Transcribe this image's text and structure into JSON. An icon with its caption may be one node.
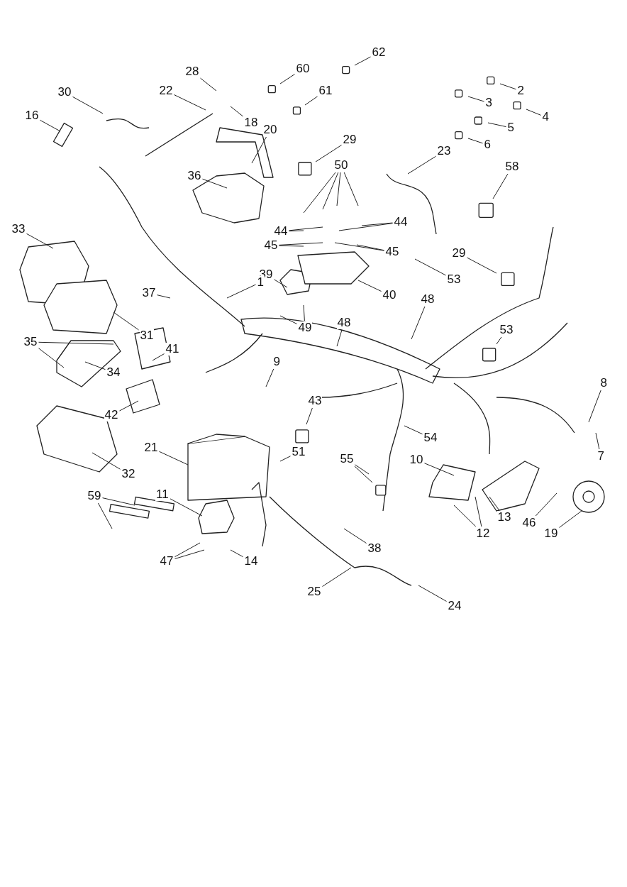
{
  "diagram": {
    "nodes": [
      {
        "text": [
          "62"
        ]
      },
      {
        "text": [
          "60"
        ]
      },
      {
        "text": [
          "28"
        ]
      },
      {
        "text": [
          "2"
        ]
      },
      {
        "text": [
          "61"
        ]
      },
      {
        "text": [
          "30"
        ]
      },
      {
        "text": [
          "22"
        ]
      },
      {
        "text": [
          "3"
        ]
      },
      {
        "text": [
          "16"
        ]
      },
      {
        "text": [
          "4"
        ]
      },
      {
        "text": [
          "18"
        ]
      },
      {
        "text": [
          "5"
        ]
      },
      {
        "text": [
          "20"
        ]
      },
      {
        "text": [
          "6"
        ]
      },
      {
        "text": [
          "29"
        ]
      },
      {
        "text": [
          "23"
        ]
      },
      {
        "text": [
          "50"
        ]
      },
      {
        "text": [
          "58"
        ]
      },
      {
        "text": [
          "36"
        ]
      },
      {
        "text": [
          "44"
        ]
      },
      {
        "text": [
          "33"
        ]
      },
      {
        "text": [
          "44"
        ]
      },
      {
        "text": [
          "45"
        ]
      },
      {
        "text": [
          "45"
        ]
      },
      {
        "text": [
          "29"
        ]
      },
      {
        "text": [
          "39"
        ]
      },
      {
        "text": [
          "53"
        ]
      },
      {
        "text": [
          "1"
        ]
      },
      {
        "text": [
          "37"
        ]
      },
      {
        "text": [
          "40"
        ]
      },
      {
        "text": [
          "48"
        ]
      },
      {
        "text": [
          "48"
        ]
      },
      {
        "text": [
          "49"
        ]
      },
      {
        "text": [
          "53"
        ]
      },
      {
        "text": [
          "31"
        ]
      },
      {
        "text": [
          "35"
        ]
      },
      {
        "text": [
          "41"
        ]
      },
      {
        "text": [
          "9"
        ]
      },
      {
        "text": [
          "34"
        ]
      },
      {
        "text": [
          "8"
        ]
      },
      {
        "text": [
          "43"
        ]
      },
      {
        "text": [
          "42"
        ]
      },
      {
        "text": [
          "54"
        ]
      },
      {
        "text": [
          "21"
        ]
      },
      {
        "text": [
          "51"
        ]
      },
      {
        "text": [
          "7"
        ]
      },
      {
        "text": [
          "55"
        ]
      },
      {
        "text": [
          "10"
        ]
      },
      {
        "text": [
          "32"
        ]
      },
      {
        "text": [
          "59"
        ]
      },
      {
        "text": [
          "11"
        ]
      },
      {
        "text": [
          "13"
        ]
      },
      {
        "text": [
          "46"
        ]
      },
      {
        "text": [
          "19"
        ]
      },
      {
        "text": [
          "12"
        ]
      },
      {
        "text": [
          "38"
        ]
      },
      {
        "text": [
          "47"
        ]
      },
      {
        "text": [
          "14"
        ]
      },
      {
        "text": [
          "25"
        ]
      },
      {
        "text": [
          "24"
        ]
      }
    ],
    "edges": [
      {
        "from": 0,
        "to": null,
        "arrow": "none"
      },
      {
        "from": 1,
        "to": null,
        "arrow": "none"
      },
      {
        "from": 2,
        "to": null,
        "arrow": "none"
      },
      {
        "from": 3,
        "to": null,
        "arrow": "none"
      },
      {
        "from": 4,
        "to": null,
        "arrow": "none"
      },
      {
        "from": 5,
        "to": null,
        "arrow": "none"
      },
      {
        "from": 6,
        "to": null,
        "arrow": "none"
      },
      {
        "from": 7,
        "to": null,
        "arrow": "none"
      },
      {
        "from": 8,
        "to": null,
        "arrow": "none"
      },
      {
        "from": 9,
        "to": null,
        "arrow": "none"
      },
      {
        "from": 10,
        "to": null,
        "arrow": "none"
      },
      {
        "from": 11,
        "to": null,
        "arrow": "none"
      },
      {
        "from": 12,
        "to": null,
        "arrow": "none"
      },
      {
        "from": 13,
        "to": null,
        "arrow": "none"
      },
      {
        "from": 14,
        "to": null,
        "arrow": "none"
      },
      {
        "from": 15,
        "to": null,
        "arrow": "none"
      },
      {
        "from": 16,
        "to": null,
        "arrow": "none"
      },
      {
        "from": 16,
        "to": null,
        "arrow": "none"
      },
      {
        "from": 16,
        "to": null,
        "arrow": "none"
      },
      {
        "from": 16,
        "to": null,
        "arrow": "none"
      },
      {
        "from": 17,
        "to": null,
        "arrow": "none"
      },
      {
        "from": 18,
        "to": null,
        "arrow": "none"
      },
      {
        "from": 19,
        "to": null,
        "arrow": "none"
      },
      {
        "from": 19,
        "to": null,
        "arrow": "none"
      },
      {
        "from": 20,
        "to": null,
        "arrow": "none"
      },
      {
        "from": 21,
        "to": null,
        "arrow": "none"
      },
      {
        "from": 21,
        "to": null,
        "arrow": "none"
      },
      {
        "from": 22,
        "to": null,
        "arrow": "none"
      },
      {
        "from": 22,
        "to": null,
        "arrow": "none"
      },
      {
        "from": 23,
        "to": null,
        "arrow": "none"
      },
      {
        "from": 23,
        "to": null,
        "arrow": "none"
      },
      {
        "from": 24,
        "to": null,
        "arrow": "none"
      },
      {
        "from": 25,
        "to": null,
        "arrow": "none"
      },
      {
        "from": 26,
        "to": null,
        "arrow": "none"
      },
      {
        "from": 27,
        "to": null,
        "arrow": "none"
      },
      {
        "from": 28,
        "to": null,
        "arrow": "none"
      },
      {
        "from": 29,
        "to": null,
        "arrow": "none"
      },
      {
        "from": 30,
        "to": null,
        "arrow": "none"
      },
      {
        "from": 31,
        "to": null,
        "arrow": "none"
      },
      {
        "from": 32,
        "to": null,
        "arrow": "none"
      },
      {
        "from": 32,
        "to": null,
        "arrow": "none"
      },
      {
        "from": 33,
        "to": null,
        "arrow": "none"
      },
      {
        "from": 34,
        "to": null,
        "arrow": "none"
      },
      {
        "from": 35,
        "to": null,
        "arrow": "none"
      },
      {
        "from": 35,
        "to": null,
        "arrow": "none"
      },
      {
        "from": 36,
        "to": null,
        "arrow": "none"
      },
      {
        "from": 37,
        "to": null,
        "arrow": "none"
      },
      {
        "from": 38,
        "to": null,
        "arrow": "none"
      },
      {
        "from": 39,
        "to": null,
        "arrow": "none"
      },
      {
        "from": 40,
        "to": null,
        "arrow": "none"
      },
      {
        "from": 41,
        "to": null,
        "arrow": "none"
      },
      {
        "from": 42,
        "to": null,
        "arrow": "none"
      },
      {
        "from": 43,
        "to": null,
        "arrow": "none"
      },
      {
        "from": 44,
        "to": null,
        "arrow": "none"
      },
      {
        "from": 45,
        "to": null,
        "arrow": "none"
      },
      {
        "from": 46,
        "to": null,
        "arrow": "none"
      },
      {
        "from": 46,
        "to": null,
        "arrow": "none"
      },
      {
        "from": 47,
        "to": null,
        "arrow": "none"
      },
      {
        "from": 48,
        "to": null,
        "arrow": "none"
      },
      {
        "from": 49,
        "to": null,
        "arrow": "none"
      },
      {
        "from": 49,
        "to": null,
        "arrow": "none"
      },
      {
        "from": 50,
        "to": null,
        "arrow": "none"
      },
      {
        "from": 51,
        "to": null,
        "arrow": "none"
      },
      {
        "from": 52,
        "to": null,
        "arrow": "none"
      },
      {
        "from": 53,
        "to": null,
        "arrow": "none"
      },
      {
        "from": 54,
        "to": null,
        "arrow": "none"
      },
      {
        "from": 54,
        "to": null,
        "arrow": "none"
      },
      {
        "from": 55,
        "to": null,
        "arrow": "none"
      },
      {
        "from": 56,
        "to": null,
        "arrow": "none"
      },
      {
        "from": 56,
        "to": null,
        "arrow": "none"
      },
      {
        "from": 57,
        "to": null,
        "arrow": "none"
      },
      {
        "from": 58,
        "to": null,
        "arrow": "none"
      },
      {
        "from": 59,
        "to": null,
        "arrow": "none"
      }
    ]
  }
}
